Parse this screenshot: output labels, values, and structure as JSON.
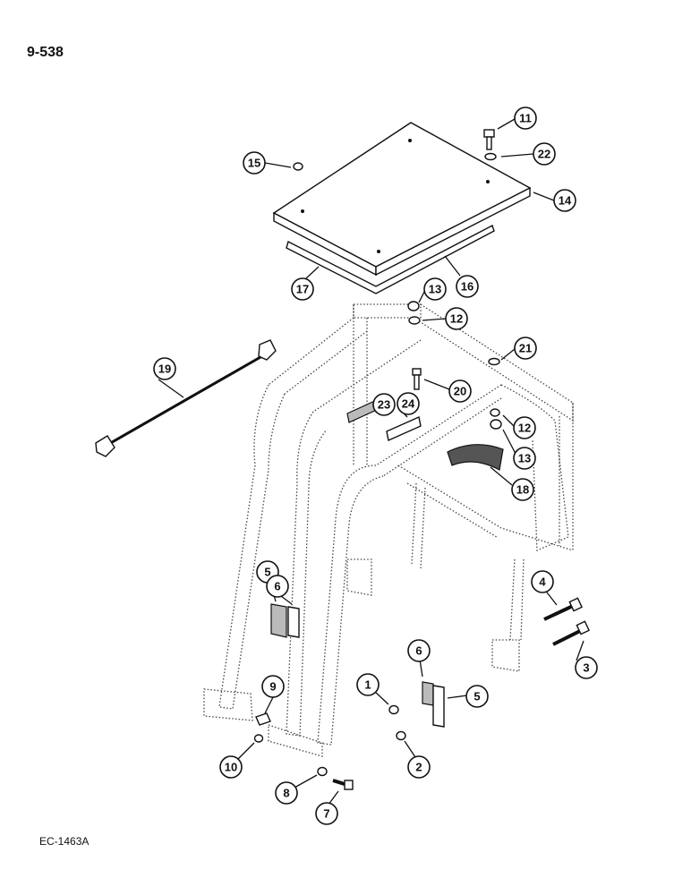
{
  "page": {
    "number": "9-538",
    "figure_code": "EC-1463A"
  },
  "callouts": {
    "c1": "1",
    "c2": "2",
    "c3": "3",
    "c4": "4",
    "c5a": "5",
    "c5b": "5",
    "c6a": "6",
    "c6b": "6",
    "c7": "7",
    "c8": "8",
    "c9": "9",
    "c10": "10",
    "c11": "11",
    "c12a": "12",
    "c12b": "12",
    "c13a": "13",
    "c13b": "13",
    "c14": "14",
    "c15": "15",
    "c16": "16",
    "c17": "17",
    "c18": "18",
    "c19": "19",
    "c20": "20",
    "c21": "21",
    "c22": "22",
    "c23": "23",
    "c24": "24"
  }
}
